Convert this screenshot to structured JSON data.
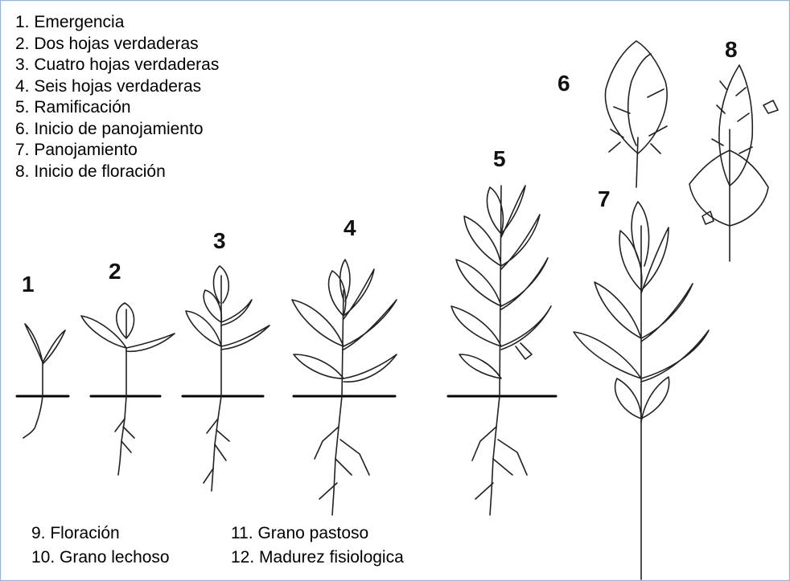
{
  "legend_top": [
    "1. Emergencia",
    "2. Dos hojas verdaderas",
    "3. Cuatro hojas verdaderas",
    "4. Seis hojas verdaderas",
    "5. Ramificación",
    "6. Inicio de panojamiento",
    "7. Panojamiento",
    "8. Inicio de floración"
  ],
  "stage_numbers": [
    "1",
    "2",
    "3",
    "4",
    "5",
    "6",
    "7",
    "8"
  ],
  "legend_bottom": {
    "col1": [
      "9. Floración",
      "10. Grano lechoso"
    ],
    "col2": [
      "11. Grano pastoso",
      "12. Madurez fisiologica"
    ]
  }
}
